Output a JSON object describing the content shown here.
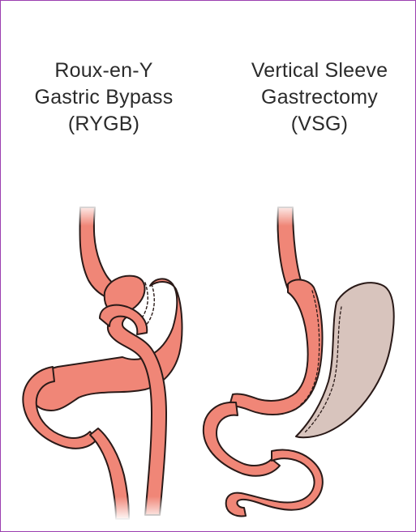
{
  "rygb": {
    "line1": "Roux-en-Y",
    "line2": "Gastric Bypass",
    "line3": "(RYGB)"
  },
  "vsg": {
    "line1": "Vertical Sleeve",
    "line2": "Gastrectomy",
    "line3": "(VSG)"
  },
  "colors": {
    "border": "#9b3fb0",
    "tissue_fill": "#f08677",
    "tissue_outline": "#2a1a18",
    "removed_stomach_fill": "#d8c4bd",
    "text": "#2b2b2b"
  }
}
